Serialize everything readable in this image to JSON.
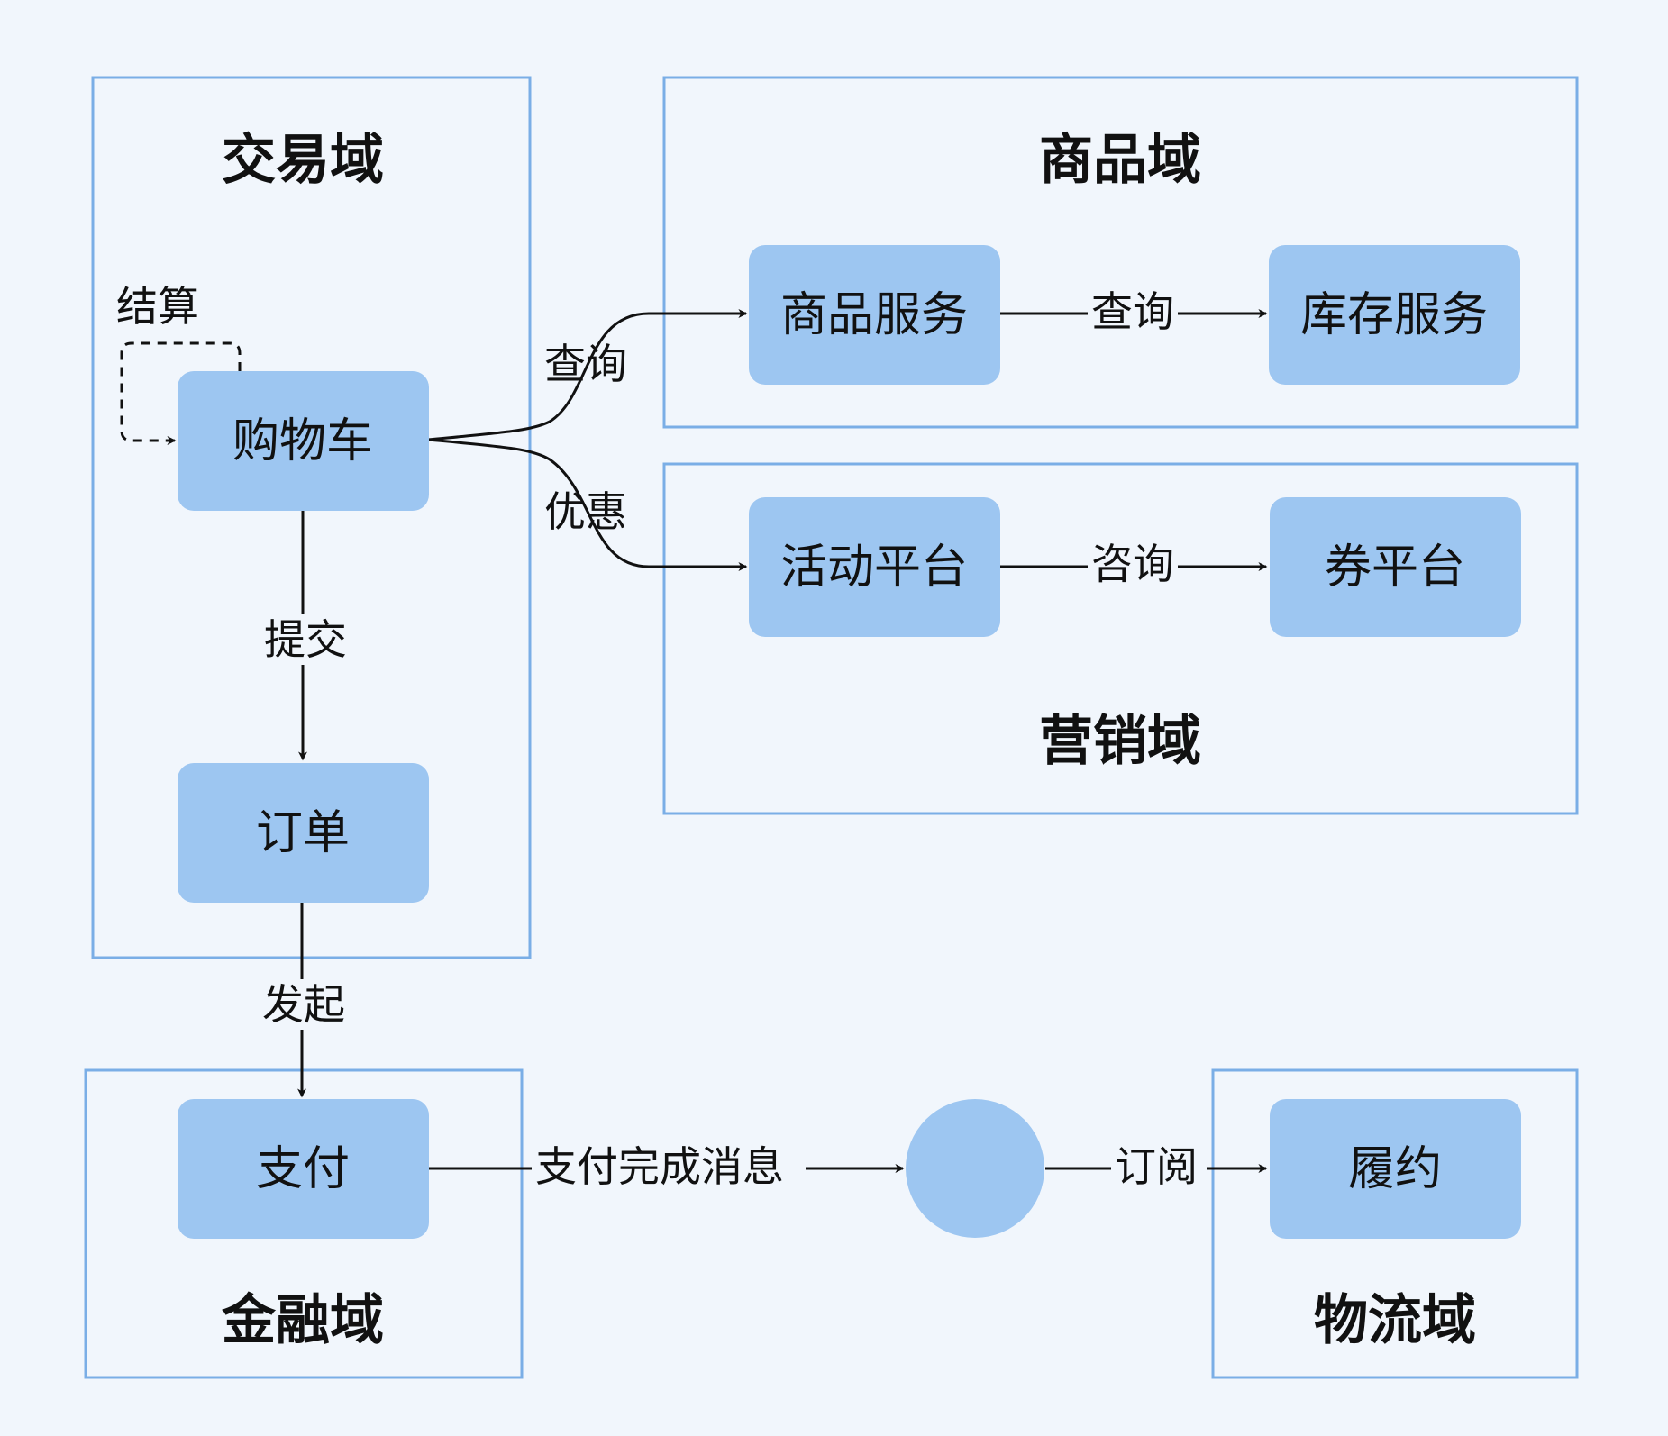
{
  "domains": {
    "trade": "交易域",
    "product": "商品域",
    "marketing": "营销域",
    "finance": "金融域",
    "logistics": "物流域"
  },
  "nodes": {
    "cart": "购物车",
    "order": "订单",
    "product_service": "商品服务",
    "inventory_service": "库存服务",
    "activity_platform": "活动平台",
    "coupon_platform": "券平台",
    "payment": "支付",
    "fulfillment": "履约"
  },
  "edges": {
    "checkout": "结算",
    "query_product": "查询",
    "discount": "优惠",
    "submit": "提交",
    "initiate": "发起",
    "query_inventory": "查询",
    "consult": "咨询",
    "payment_done_message": "支付完成消息",
    "subscribe": "订阅"
  },
  "colors": {
    "background": "#f1f6fc",
    "domain_border": "#7aaee6",
    "node_fill": "#9dc6f1",
    "edge": "#111111"
  }
}
